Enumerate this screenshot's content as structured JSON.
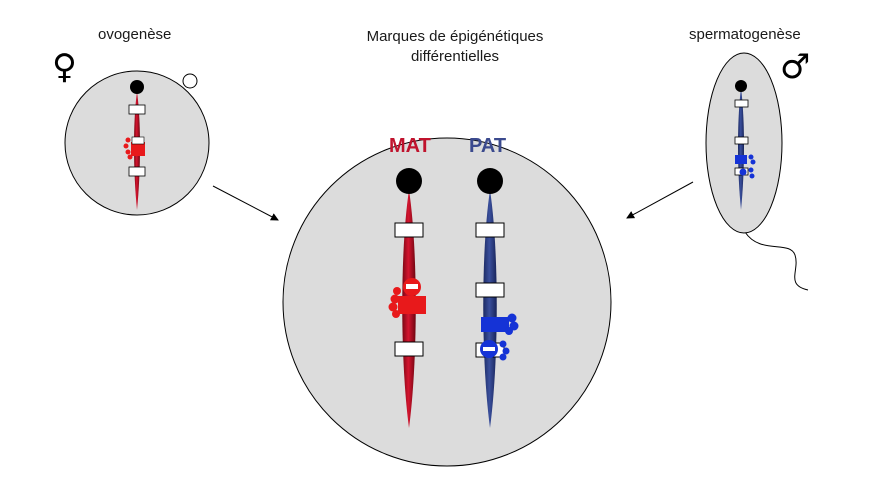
{
  "title": {
    "line1": "Marques de épigénétiques",
    "line2": "différentielles"
  },
  "left_label": "ovogenèse",
  "right_label": "spermatogenèse",
  "female_symbol": "♀",
  "male_symbol": "♂",
  "mat_label": "MAT",
  "pat_label": "PAT",
  "minus_sign": "−",
  "colors": {
    "maternal": "#c8102e",
    "paternal": "#2d3f8a",
    "mark_red": "#e8191b",
    "mark_blue": "#1533d6",
    "cell": "#dcdcdc",
    "mat_label": "#c0132d",
    "pat_label": "#3b4a8e"
  },
  "icons": [
    "female-symbol-icon",
    "male-symbol-icon",
    "arrow-icon"
  ]
}
